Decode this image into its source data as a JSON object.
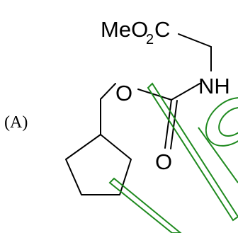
{
  "panel": {
    "label": "(A)"
  },
  "molecule": {
    "ester_group": {
      "prefix": "MeO",
      "subscript": "2",
      "suffix": "C"
    },
    "nh_label": "NH",
    "ether_oxygen": "O",
    "carbonyl_oxygen": "O"
  },
  "colors": {
    "bonds": "#000000",
    "annotation": "#1f8a1f"
  }
}
